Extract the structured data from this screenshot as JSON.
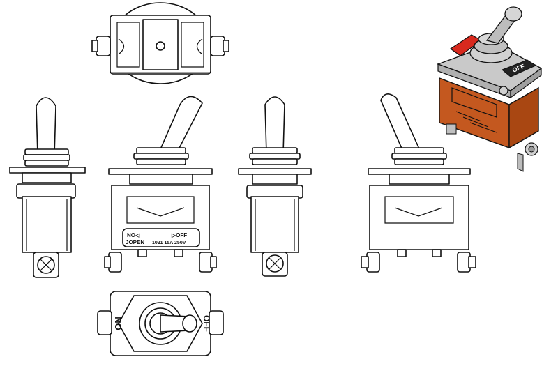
{
  "front_view": {
    "on_label": "NO◁",
    "off_label": "▷OFF",
    "brand_label": "JOPEN",
    "rating_label": "1021 15A 250V"
  },
  "bottom_view": {
    "on_label": "ON",
    "off_label": "OFF"
  },
  "iso_view": {
    "off_label": "OFF",
    "body_color": "#c4581f",
    "cap_color": "#d8291e",
    "metal_color": "#c9c9c9"
  }
}
